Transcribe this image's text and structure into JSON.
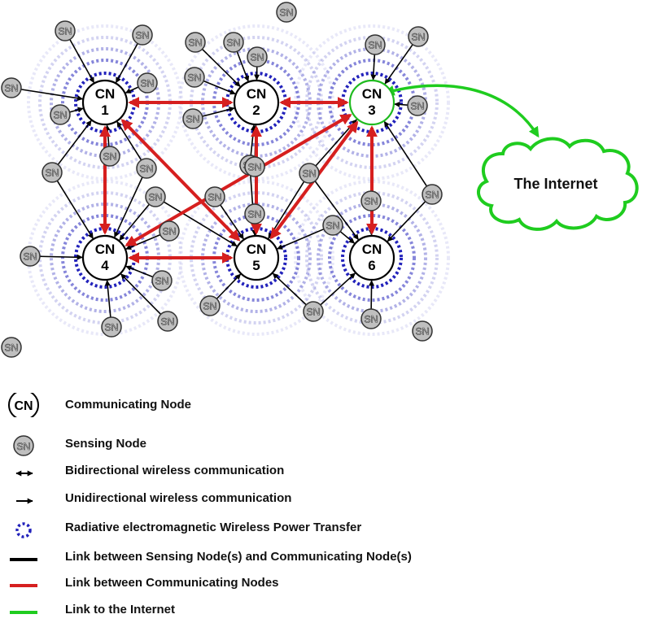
{
  "cn_nodes": [
    {
      "id": "1",
      "label": "CN",
      "number": "1",
      "internet": false
    },
    {
      "id": "2",
      "label": "CN",
      "number": "2",
      "internet": false
    },
    {
      "id": "3",
      "label": "CN",
      "number": "3",
      "internet": true
    },
    {
      "id": "4",
      "label": "CN",
      "number": "4",
      "internet": false
    },
    {
      "id": "5",
      "label": "CN",
      "number": "5",
      "internet": false
    },
    {
      "id": "6",
      "label": "CN",
      "number": "6",
      "internet": false
    }
  ],
  "sn_label": "SN",
  "internet": {
    "label": "The Internet",
    "connected_to": "3"
  },
  "cn_links": [
    [
      "1",
      "2"
    ],
    [
      "1",
      "4"
    ],
    [
      "1",
      "5"
    ],
    [
      "2",
      "3"
    ],
    [
      "2",
      "5"
    ],
    [
      "3",
      "4"
    ],
    [
      "3",
      "5"
    ],
    [
      "3",
      "6"
    ],
    [
      "4",
      "5"
    ]
  ],
  "colors": {
    "cn_link": "#d61f1f",
    "sn_link": "#000000",
    "internet_link": "#1fcc1f",
    "wpt_ring": "#2222bb",
    "sn_fill": "#bfbfbf",
    "cn_internet_border": "#1fbb1f"
  },
  "legend": [
    {
      "symbol": "cn-circle",
      "text": "Communicating Node"
    },
    {
      "symbol": "sn-circle",
      "text": "Sensing Node"
    },
    {
      "symbol": "bidirectional-arrow",
      "text": "Bidirectional wireless communication"
    },
    {
      "symbol": "unidirectional-arrow",
      "text": "Unidirectional wireless communication"
    },
    {
      "symbol": "wpt-ring",
      "text": "Radiative electromagnetic Wireless Power Transfer"
    },
    {
      "symbol": "black-line",
      "text": "Link between Sensing Node(s) and Communicating Node(s)"
    },
    {
      "symbol": "red-line",
      "text": "Link between Communicating Nodes"
    },
    {
      "symbol": "green-line",
      "text": "Link to the Internet"
    }
  ]
}
